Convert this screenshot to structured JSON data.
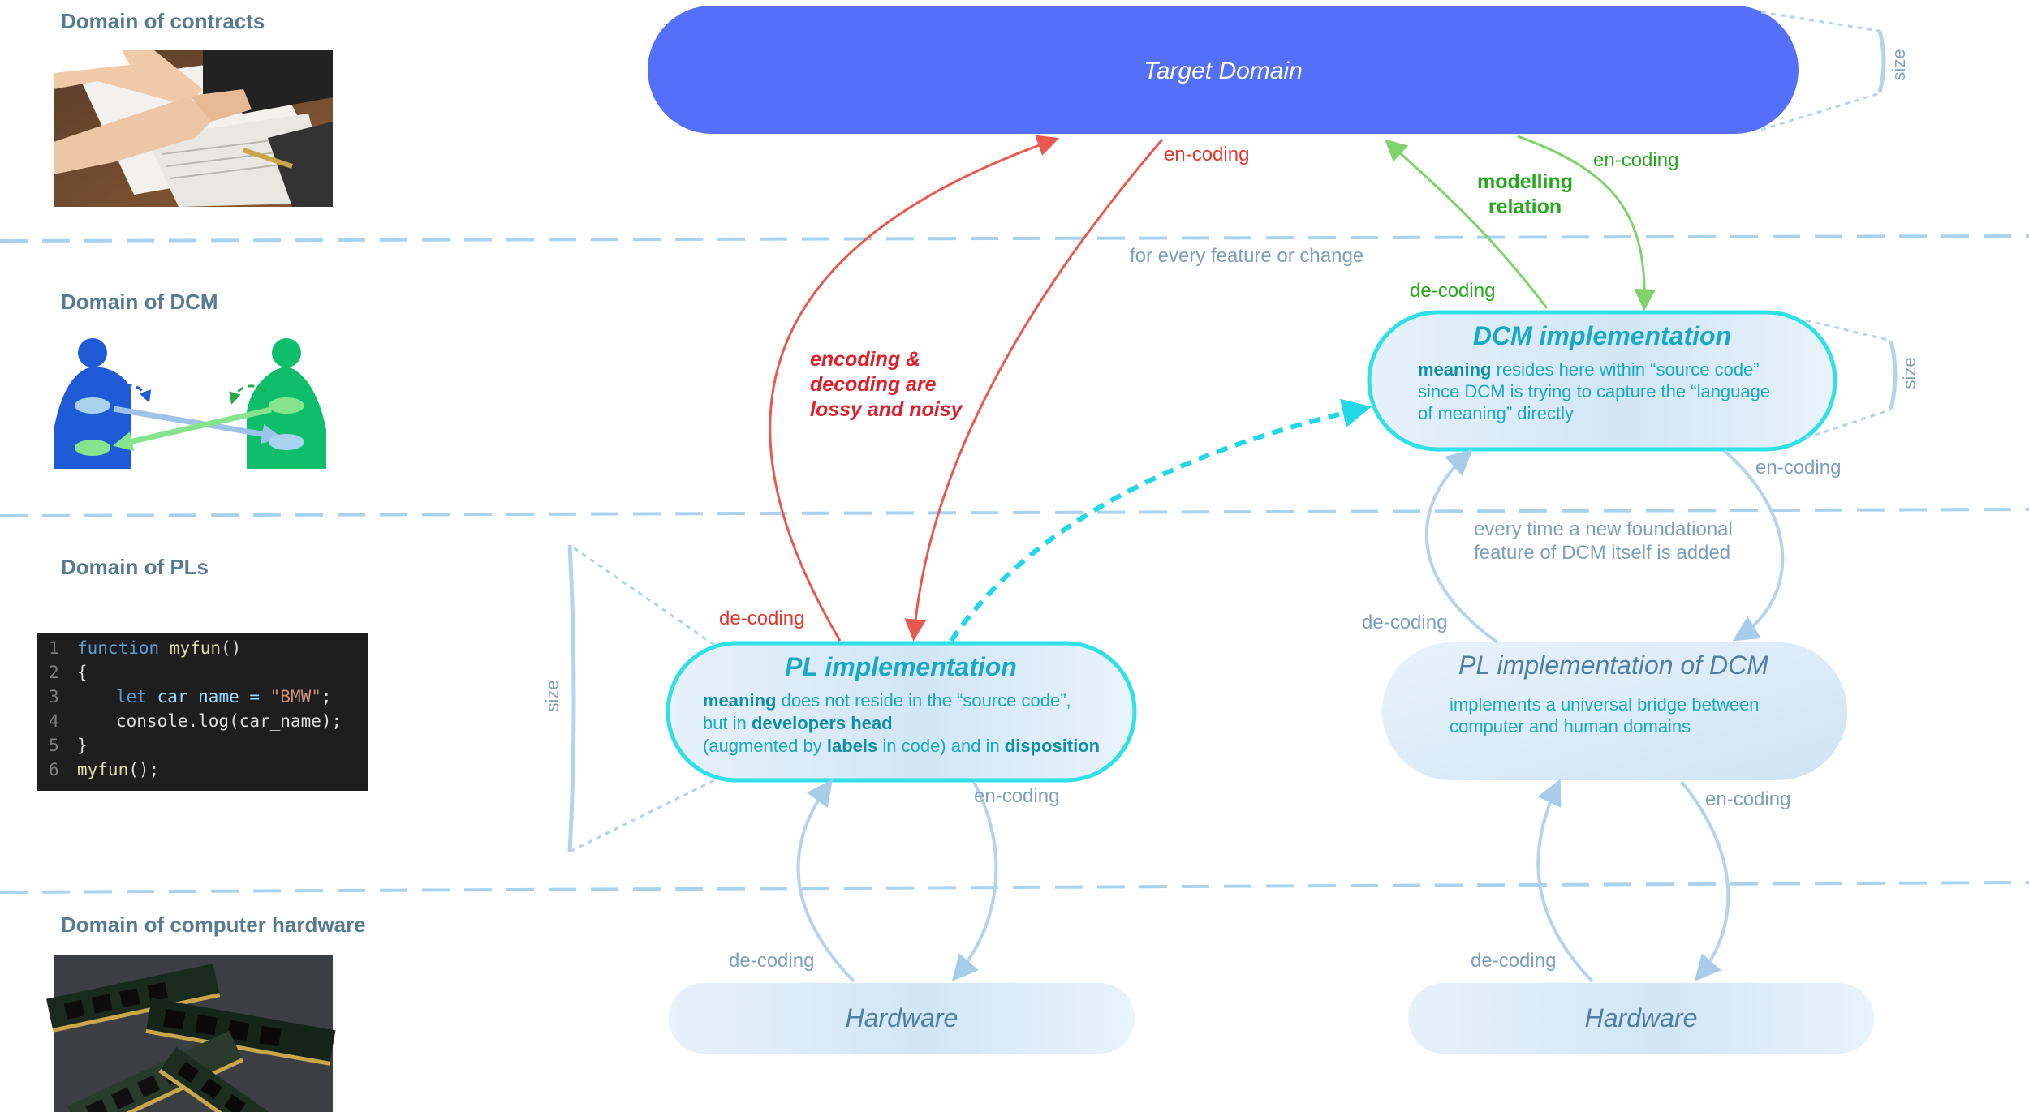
{
  "domains": {
    "contracts": "Domain of contracts",
    "dcm": "Domain of DCM",
    "pls": "Domain of PLs",
    "hardware": "Domain of computer hardware"
  },
  "target_domain": "Target Domain",
  "dcm_impl": {
    "title": "DCM implementation",
    "line1_bold": "meaning",
    "line1_rest": " resides here within “source code”",
    "line2": "since DCM is trying to capture the “language",
    "line3": "of meaning” directly"
  },
  "pl_impl": {
    "title": "PL implementation",
    "line1_bold": "meaning",
    "line1_rest": " does not reside in the “source code”,",
    "line2_pre": "but in ",
    "line2_bold": "developers head",
    "line3_pre": "(augmented by ",
    "line3_bold1": "labels",
    "line3_mid": " in code) and in ",
    "line3_bold2": "disposition"
  },
  "pl_impl_dcm": {
    "title": "PL implementation of DCM",
    "line1": "implements a universal bridge between",
    "line2": "computer and human domains"
  },
  "hardware_left": "Hardware",
  "hardware_right": "Hardware",
  "arrow_labels": {
    "en_coding": "en-coding",
    "de_coding": "de-coding",
    "modelling_1": "modelling",
    "modelling_2": "relation",
    "lossy_1": "encoding &",
    "lossy_2": "decoding are",
    "lossy_3": "lossy and noisy",
    "every_feature": "for every feature or change",
    "foundational_1": "every time a new foundational",
    "foundational_2": "feature of DCM itself is added",
    "size": "size"
  },
  "code": {
    "line_numbers": [
      "1",
      "2",
      "3",
      "4",
      "5",
      "6"
    ],
    "l1_kw": "function",
    "l1_fn": "myfun",
    "l1_rest": "()",
    "l2": "{",
    "l3_kw": "let",
    "l3_var": " car_name = ",
    "l3_str": "\"BMW\"",
    "l3_end": ";",
    "l4": "console.log(car_name);",
    "l5": "}",
    "l6_fn": "myfun",
    "l6_rest": "();"
  },
  "colors": {
    "target_domain_fill": "#5470fb",
    "red_arrow": "#e85a4f",
    "green_arrow": "#7fd36a",
    "green_text": "#24a81c",
    "blue_arrow": "#b3d4ec",
    "teal_title": "#17a9c7",
    "cyan_outline": "#2fe0e6",
    "domain_label": "#577b92",
    "grey_blue_text": "#7d9fbe"
  }
}
